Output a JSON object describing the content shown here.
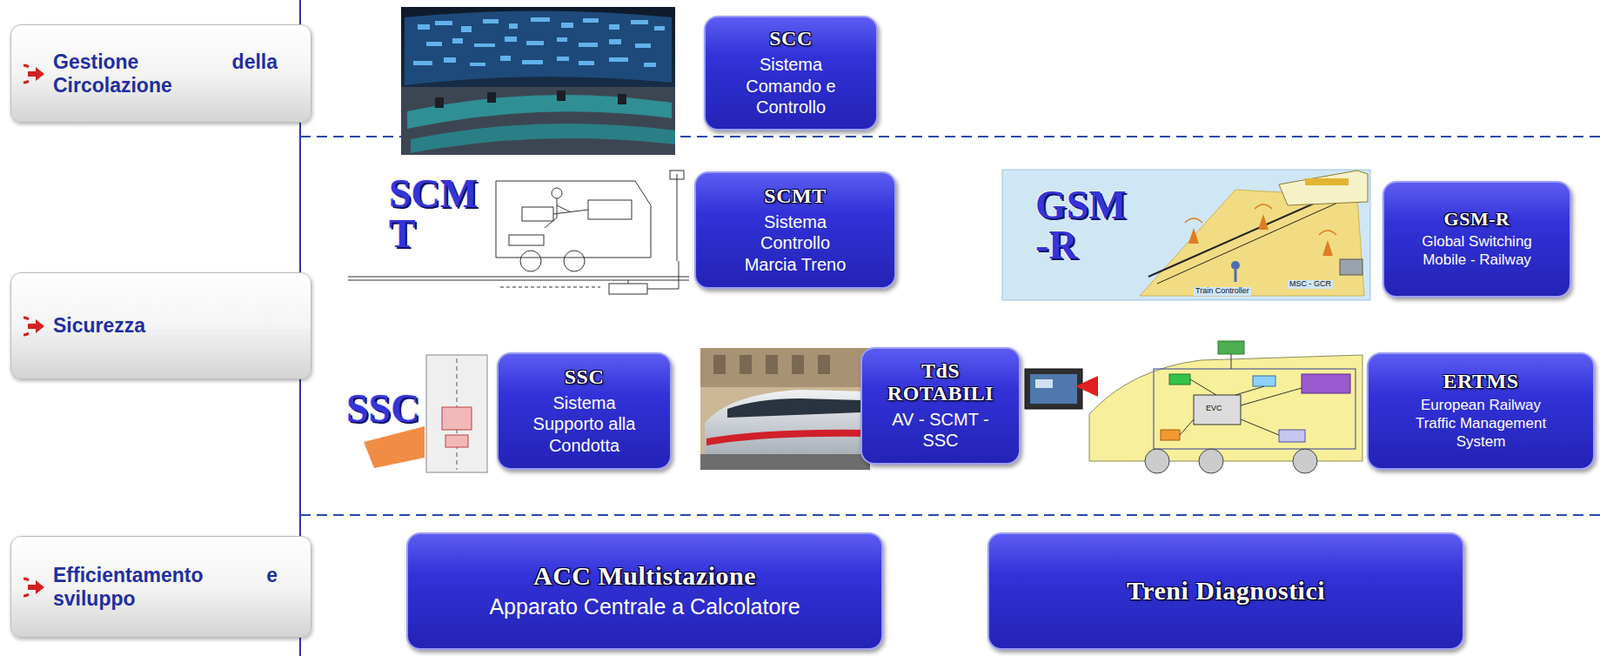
{
  "diagram": {
    "nodes": [
      {
        "text": [
          "Gestione della Circolazione"
        ]
      },
      {
        "text": [
          "SCC",
          "Sistema Comando e Controllo"
        ]
      },
      {
        "text": [
          "Sicurezza"
        ]
      },
      {
        "text": [
          "SCMT",
          "Sistema Controllo Marcia Treno"
        ]
      },
      {
        "text": [
          "GSM-R",
          "Global Switching Mobile - Railway"
        ]
      },
      {
        "text": [
          "SSC",
          "Sistema Supporto alla Condotta"
        ]
      },
      {
        "text": [
          "TdS ROTABILI",
          "AV - SCMT - SSC"
        ]
      },
      {
        "text": [
          "ERTMS",
          "European Railway Traffic Management System"
        ]
      },
      {
        "text": [
          "Efficientamento e sviluppo"
        ]
      },
      {
        "text": [
          "ACC Multistazione",
          "Apparato Centrale a Calcolatore"
        ]
      },
      {
        "text": [
          "Treni Diagnostici"
        ]
      }
    ],
    "labels": [
      "SCMT",
      "GSM-R",
      "SSC",
      "EVC",
      "MSC - GCR",
      "Train Controller"
    ]
  }
}
